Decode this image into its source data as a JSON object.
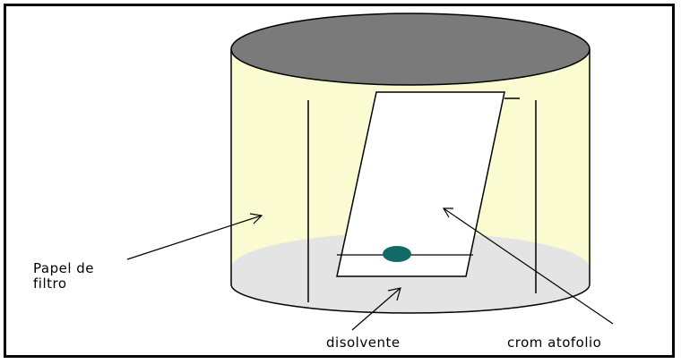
{
  "labels": {
    "papel_line1": "Papel de",
    "papel_line2": "filtro",
    "disolvente": "disolvente",
    "cromatofolio": "crom atofolio"
  },
  "colors": {
    "jar_fill": "#fbfbd2",
    "lid": "#7a7a7a",
    "solvent": "#e4e4e4",
    "spot": "#0f6b63",
    "outline": "#000000"
  }
}
